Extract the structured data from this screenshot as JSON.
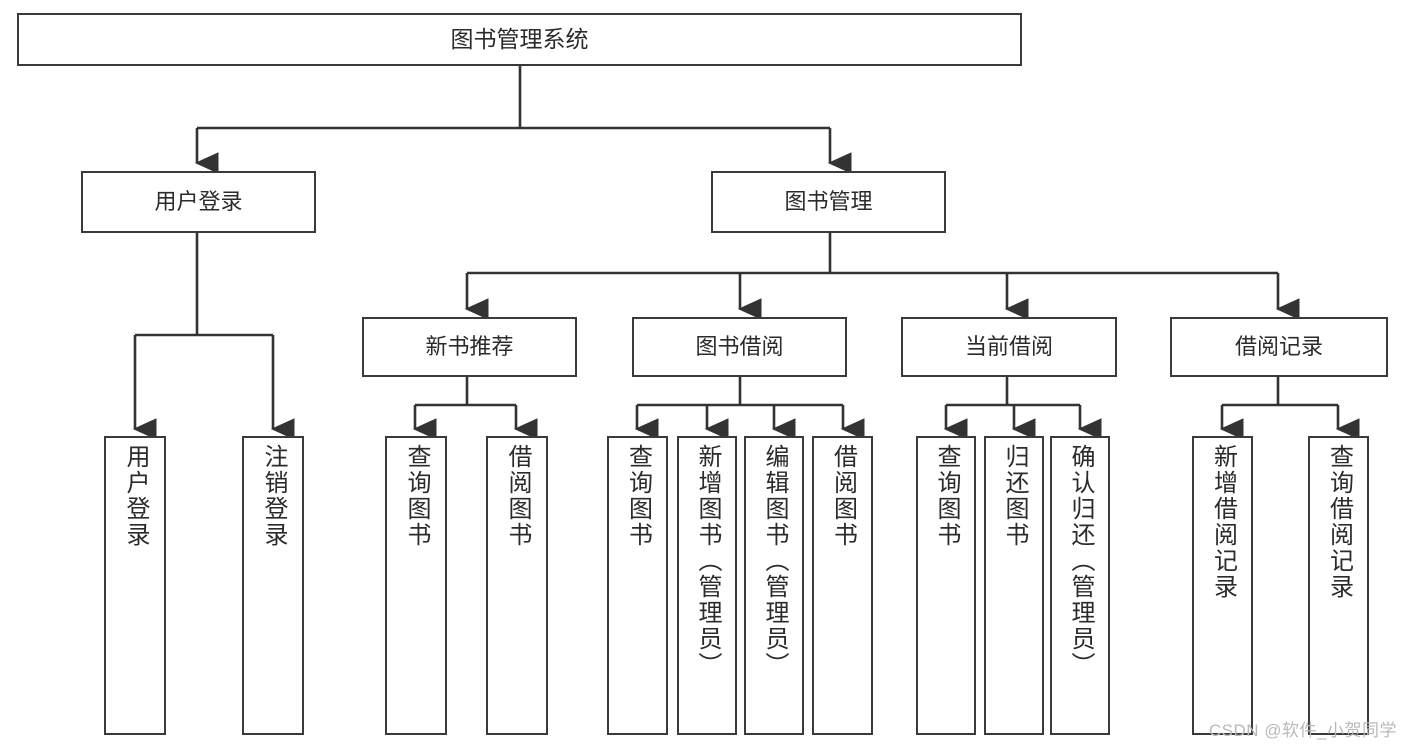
{
  "diagram": {
    "title": "图书管理系统",
    "type": "tree-hierarchy-diagram",
    "colors": {
      "box_border": "#3a3a3a",
      "box_fill": "#ffffff",
      "edge": "#333333",
      "text": "#2b2b2b",
      "watermark": "#b9b9b9",
      "background": "#ffffff"
    },
    "nodes": {
      "root": {
        "label": "图书管理系统",
        "orientation": "horizontal"
      },
      "level2": [
        {
          "label": "用户登录",
          "orientation": "horizontal"
        },
        {
          "label": "图书管理",
          "orientation": "horizontal"
        }
      ],
      "level3": [
        {
          "label": "新书推荐",
          "orientation": "horizontal"
        },
        {
          "label": "图书借阅",
          "orientation": "horizontal"
        },
        {
          "label": "当前借阅",
          "orientation": "horizontal"
        },
        {
          "label": "借阅记录",
          "orientation": "horizontal"
        }
      ],
      "leaves_user_login": [
        {
          "label": "用户登录",
          "orientation": "vertical"
        },
        {
          "label": "注销登录",
          "orientation": "vertical"
        }
      ],
      "leaves_new_book": [
        {
          "label": "查询图书",
          "orientation": "vertical"
        },
        {
          "label": "借阅图书",
          "orientation": "vertical"
        }
      ],
      "leaves_borrow": [
        {
          "label": "查询图书",
          "orientation": "vertical"
        },
        {
          "label": "新增图书（管理员）",
          "orientation": "vertical"
        },
        {
          "label": "编辑图书（管理员）",
          "orientation": "vertical"
        },
        {
          "label": "借阅图书",
          "orientation": "vertical"
        }
      ],
      "leaves_current": [
        {
          "label": "查询图书",
          "orientation": "vertical"
        },
        {
          "label": "归还图书",
          "orientation": "vertical"
        },
        {
          "label": "确认归还（管理员）",
          "orientation": "vertical"
        }
      ],
      "leaves_records": [
        {
          "label": "新增借阅记录",
          "orientation": "vertical"
        },
        {
          "label": "查询借阅记录",
          "orientation": "vertical"
        }
      ]
    },
    "watermark": "CSDN @软件_小贺同学"
  }
}
